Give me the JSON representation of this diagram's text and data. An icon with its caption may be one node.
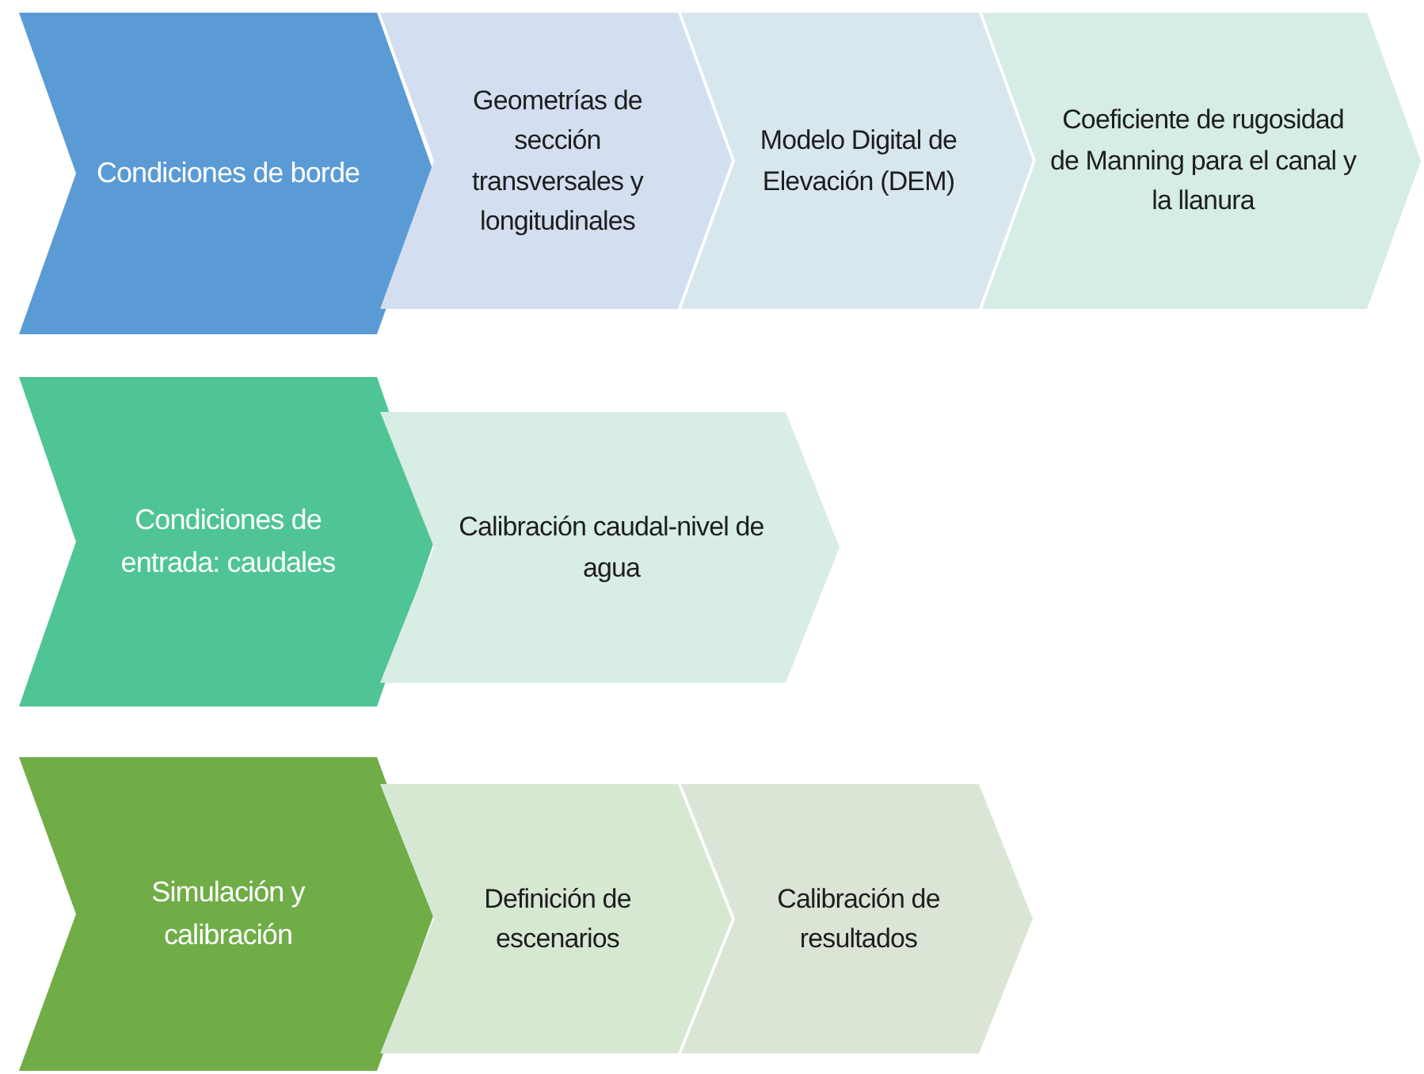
{
  "diagram": {
    "nodes": [
      {
        "text": [
          "Condiciones de borde"
        ]
      },
      {
        "text": [
          "Geometrías de sección transversales y longitudinales"
        ]
      },
      {
        "text": [
          "Modelo Digital de Elevación (DEM)"
        ]
      },
      {
        "text": [
          "Coeficiente de rugosidad de Manning para el canal y la llanura"
        ]
      },
      {
        "text": [
          "Condiciones de entrada: caudales"
        ]
      },
      {
        "text": [
          "Calibración caudal-nivel de agua"
        ]
      },
      {
        "text": [
          "Simulación y calibración"
        ]
      },
      {
        "text": [
          "Definición de escenarios"
        ]
      },
      {
        "text": [
          "Calibración de resultados"
        ]
      }
    ]
  }
}
